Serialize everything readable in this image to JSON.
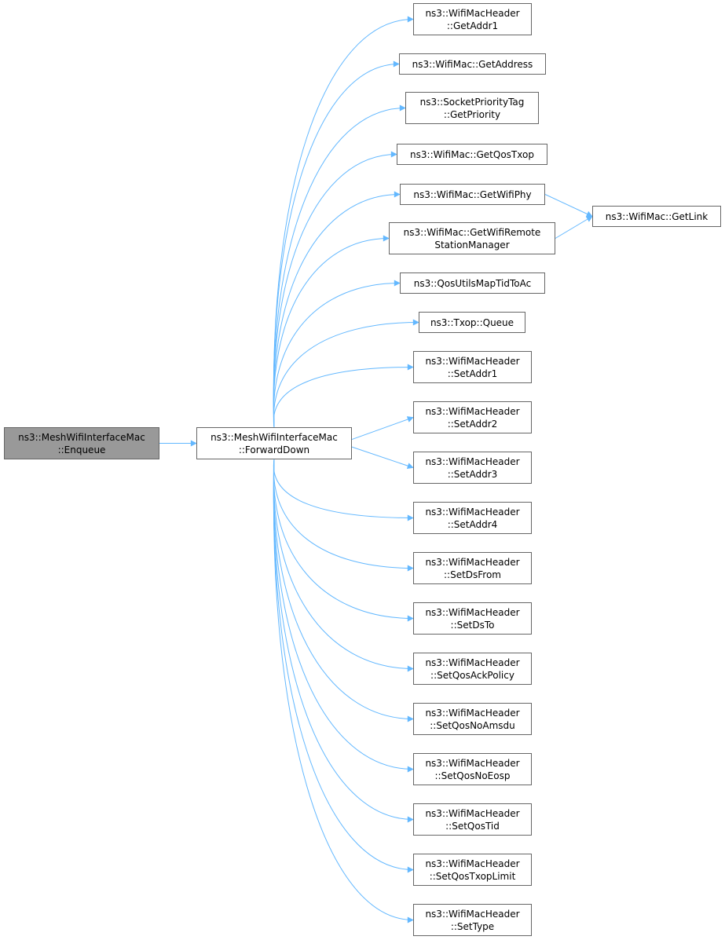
{
  "colors": {
    "edge": "#63b8ff",
    "node_border": "#666666",
    "node_fill": "#ffffff",
    "current_fill": "#999999"
  },
  "nodes": {
    "enqueue": {
      "line1": "ns3::MeshWifiInterfaceMac",
      "line2": "::Enqueue"
    },
    "forward_down": {
      "line1": "ns3::MeshWifiInterfaceMac",
      "line2": "::ForwardDown"
    },
    "get_addr1": {
      "line1": "ns3::WifiMacHeader",
      "line2": "::GetAddr1"
    },
    "get_address": {
      "line1": "ns3::WifiMac::GetAddress"
    },
    "get_priority": {
      "line1": "ns3::SocketPriorityTag",
      "line2": "::GetPriority"
    },
    "get_qos_txop": {
      "line1": "ns3::WifiMac::GetQosTxop"
    },
    "get_wifi_phy": {
      "line1": "ns3::WifiMac::GetWifiPhy"
    },
    "get_remote_station_manager": {
      "line1": "ns3::WifiMac::GetWifiRemote",
      "line2": "StationManager"
    },
    "get_link": {
      "line1": "ns3::WifiMac::GetLink"
    },
    "qos_utils_map": {
      "line1": "ns3::QosUtilsMapTidToAc"
    },
    "txop_queue": {
      "line1": "ns3::Txop::Queue"
    },
    "set_addr1": {
      "line1": "ns3::WifiMacHeader",
      "line2": "::SetAddr1"
    },
    "set_addr2": {
      "line1": "ns3::WifiMacHeader",
      "line2": "::SetAddr2"
    },
    "set_addr3": {
      "line1": "ns3::WifiMacHeader",
      "line2": "::SetAddr3"
    },
    "set_addr4": {
      "line1": "ns3::WifiMacHeader",
      "line2": "::SetAddr4"
    },
    "set_ds_from": {
      "line1": "ns3::WifiMacHeader",
      "line2": "::SetDsFrom"
    },
    "set_ds_to": {
      "line1": "ns3::WifiMacHeader",
      "line2": "::SetDsTo"
    },
    "set_qos_ack_policy": {
      "line1": "ns3::WifiMacHeader",
      "line2": "::SetQosAckPolicy"
    },
    "set_qos_no_amsdu": {
      "line1": "ns3::WifiMacHeader",
      "line2": "::SetQosNoAmsdu"
    },
    "set_qos_no_eosp": {
      "line1": "ns3::WifiMacHeader",
      "line2": "::SetQosNoEosp"
    },
    "set_qos_tid": {
      "line1": "ns3::WifiMacHeader",
      "line2": "::SetQosTid"
    },
    "set_qos_txop_limit": {
      "line1": "ns3::WifiMacHeader",
      "line2": "::SetQosTxopLimit"
    },
    "set_type": {
      "line1": "ns3::WifiMacHeader",
      "line2": "::SetType"
    }
  },
  "edges": [
    {
      "from": "enqueue",
      "to": "forward_down"
    },
    {
      "from": "forward_down",
      "to": "get_addr1"
    },
    {
      "from": "forward_down",
      "to": "get_address"
    },
    {
      "from": "forward_down",
      "to": "get_priority"
    },
    {
      "from": "forward_down",
      "to": "get_qos_txop"
    },
    {
      "from": "forward_down",
      "to": "get_wifi_phy"
    },
    {
      "from": "forward_down",
      "to": "get_remote_station_manager"
    },
    {
      "from": "forward_down",
      "to": "qos_utils_map"
    },
    {
      "from": "forward_down",
      "to": "txop_queue"
    },
    {
      "from": "forward_down",
      "to": "set_addr1"
    },
    {
      "from": "forward_down",
      "to": "set_addr2"
    },
    {
      "from": "forward_down",
      "to": "set_addr3"
    },
    {
      "from": "forward_down",
      "to": "set_addr4"
    },
    {
      "from": "forward_down",
      "to": "set_ds_from"
    },
    {
      "from": "forward_down",
      "to": "set_ds_to"
    },
    {
      "from": "forward_down",
      "to": "set_qos_ack_policy"
    },
    {
      "from": "forward_down",
      "to": "set_qos_no_amsdu"
    },
    {
      "from": "forward_down",
      "to": "set_qos_no_eosp"
    },
    {
      "from": "forward_down",
      "to": "set_qos_tid"
    },
    {
      "from": "forward_down",
      "to": "set_qos_txop_limit"
    },
    {
      "from": "forward_down",
      "to": "set_type"
    },
    {
      "from": "get_wifi_phy",
      "to": "get_link"
    },
    {
      "from": "get_remote_station_manager",
      "to": "get_link"
    }
  ]
}
